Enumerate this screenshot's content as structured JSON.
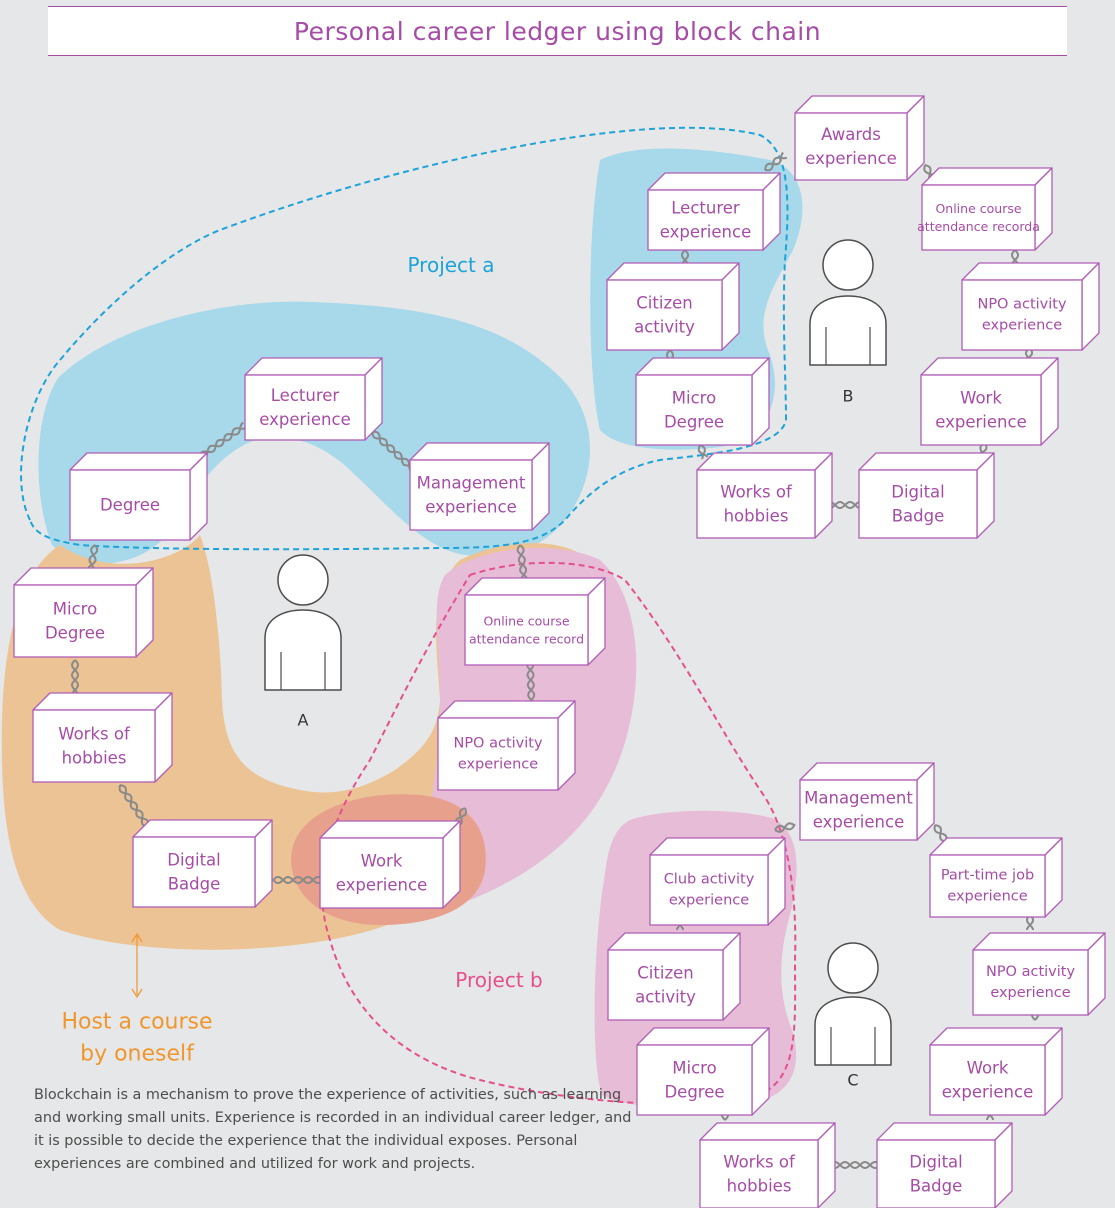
{
  "title": "Personal career ledger using block chain",
  "description": "Blockchain is a mechanism to prove the experience of activities, such as learning and working small units. Experience is recorded in an individual career ledger, and it is possible to decide the experience that the individual exposes. Personal experiences are combined and utilized for work and projects.",
  "colors": {
    "title": "#a64ca6",
    "node_stroke": "#b15db6",
    "node_text": "#a64ca6",
    "project_a": "#1ea3d8",
    "project_b": "#e4508e",
    "blue_region": "#a7d9ea",
    "pink_region": "#e7bcd6",
    "orange_region": "#ecc394",
    "overlap_region": "#e7a08c",
    "host_text": "#f0962d",
    "chain": "#8a8a8a",
    "background": "#e6e7e8"
  },
  "persons": {
    "a": {
      "label": "A",
      "icon": "person-icon"
    },
    "b": {
      "label": "B",
      "icon": "person-icon"
    },
    "c": {
      "label": "C",
      "icon": "person-icon"
    }
  },
  "projects": {
    "a": {
      "label": "Project a"
    },
    "b": {
      "label": "Project b"
    }
  },
  "host": {
    "lines": [
      "Host a course",
      "by oneself"
    ]
  },
  "ledgers": {
    "a": [
      {
        "lines": [
          "Lecturer",
          "experience"
        ]
      },
      {
        "lines": [
          "Degree"
        ]
      },
      {
        "lines": [
          "Management",
          "experience"
        ]
      },
      {
        "lines": [
          "Micro",
          "Degree"
        ]
      },
      {
        "lines": [
          "Online course",
          "attendance record"
        ]
      },
      {
        "lines": [
          "Works of",
          "hobbies"
        ]
      },
      {
        "lines": [
          "NPO activity",
          "experience"
        ]
      },
      {
        "lines": [
          "Digital",
          "Badge"
        ]
      },
      {
        "lines": [
          "Work",
          "experience"
        ]
      }
    ],
    "b": [
      {
        "lines": [
          "Awards",
          "experience"
        ]
      },
      {
        "lines": [
          "Lecturer",
          "experience"
        ]
      },
      {
        "lines": [
          "Online course",
          "attendance recorda"
        ]
      },
      {
        "lines": [
          "Citizen",
          "activity"
        ]
      },
      {
        "lines": [
          "NPO activity",
          "experience"
        ]
      },
      {
        "lines": [
          "Micro",
          "Degree"
        ]
      },
      {
        "lines": [
          "Work",
          "experience"
        ]
      },
      {
        "lines": [
          "Works of",
          "hobbies"
        ]
      },
      {
        "lines": [
          "Digital",
          "Badge"
        ]
      }
    ],
    "c": [
      {
        "lines": [
          "Management",
          "experience"
        ]
      },
      {
        "lines": [
          "Club activity",
          "experience"
        ]
      },
      {
        "lines": [
          "Part-time job",
          "experience"
        ]
      },
      {
        "lines": [
          "Citizen",
          "activity"
        ]
      },
      {
        "lines": [
          "NPO activity",
          "experience"
        ]
      },
      {
        "lines": [
          "Micro",
          "Degree"
        ]
      },
      {
        "lines": [
          "Work",
          "experience"
        ]
      },
      {
        "lines": [
          "Works of",
          "hobbies"
        ]
      },
      {
        "lines": [
          "Digital",
          "Badge"
        ]
      }
    ]
  }
}
